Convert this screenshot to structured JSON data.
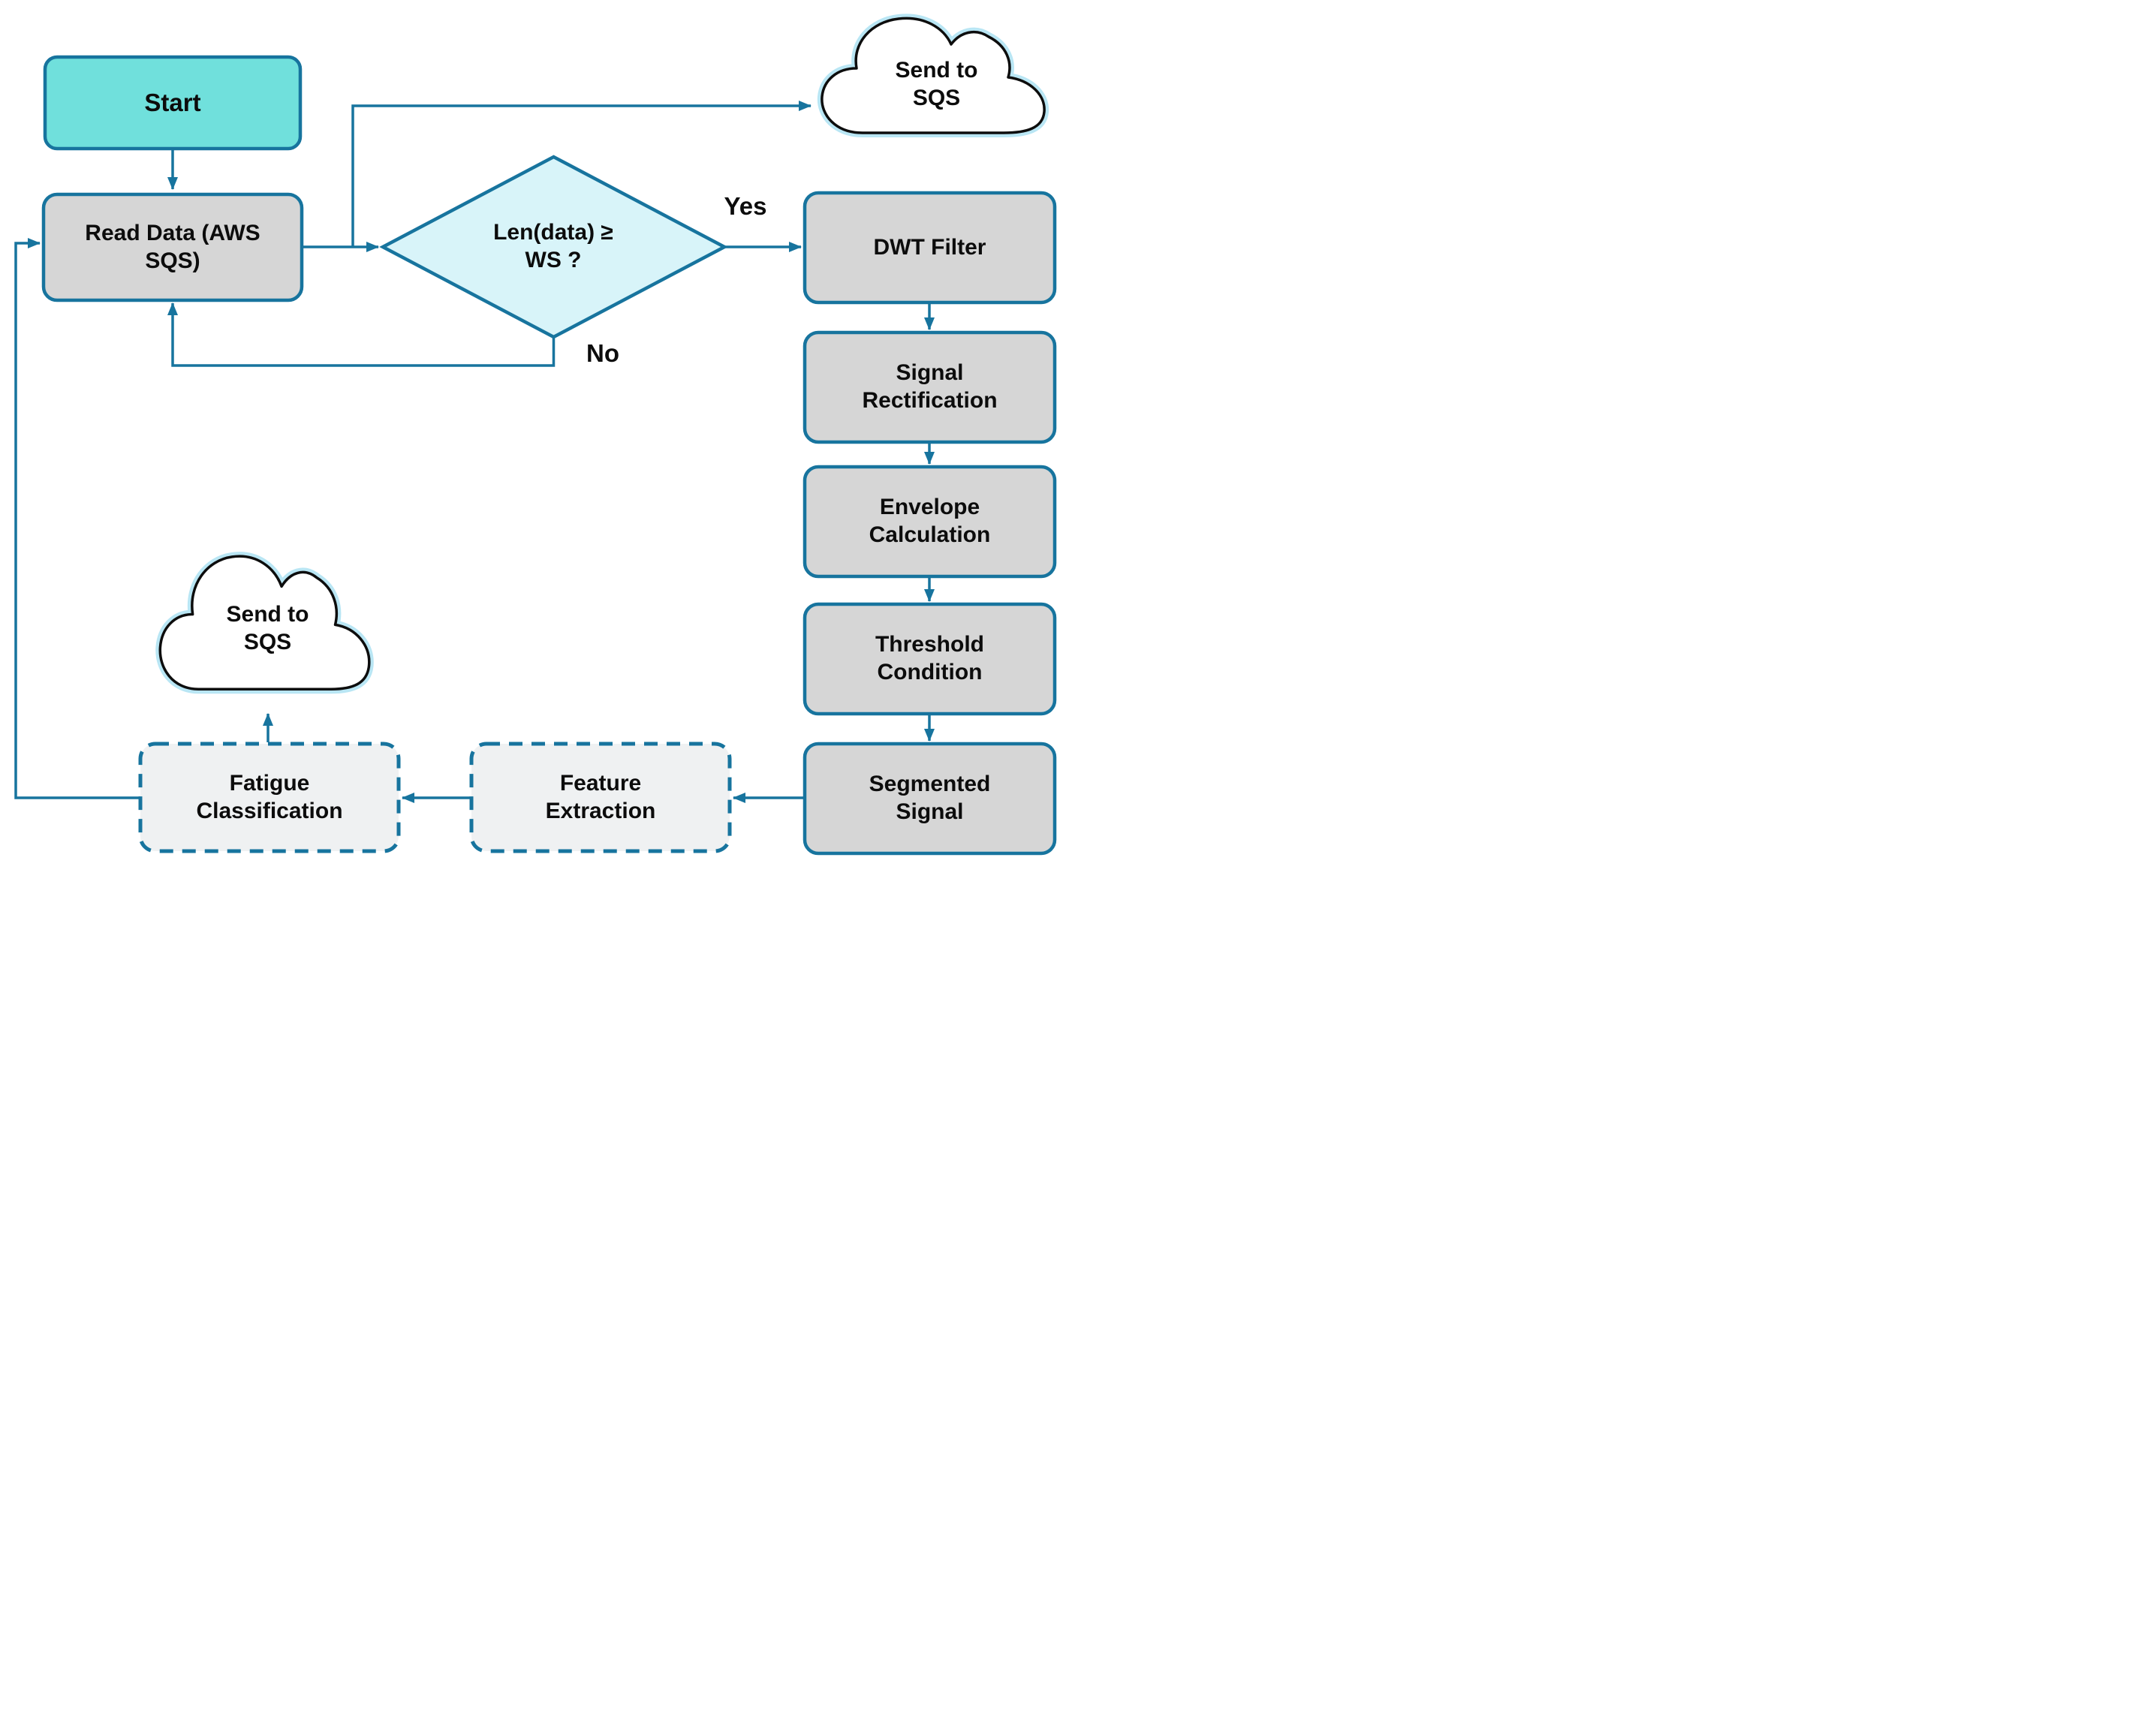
{
  "nodes": {
    "start": {
      "lines": [
        "Start"
      ]
    },
    "read_data": {
      "lines": [
        "Read Data (AWS",
        "SQS)"
      ]
    },
    "decision": {
      "lines": [
        "Len(data) ≥",
        "WS ?"
      ]
    },
    "cloud_top": {
      "lines": [
        "Send to",
        "SQS"
      ]
    },
    "dwt_filter": {
      "lines": [
        "DWT Filter"
      ]
    },
    "signal_rectification": {
      "lines": [
        "Signal",
        "Rectification"
      ]
    },
    "envelope_calculation": {
      "lines": [
        "Envelope",
        "Calculation"
      ]
    },
    "threshold_condition": {
      "lines": [
        "Threshold",
        "Condition"
      ]
    },
    "segmented_signal": {
      "lines": [
        "Segmented",
        "Signal"
      ]
    },
    "feature_extraction": {
      "lines": [
        "Feature",
        "Extraction"
      ]
    },
    "fatigue_classification": {
      "lines": [
        "Fatigue",
        "Classification"
      ]
    },
    "cloud_bottom": {
      "lines": [
        "Send to",
        "SQS"
      ]
    }
  },
  "edges": {
    "yes_label": "Yes",
    "no_label": "No"
  },
  "colors": {
    "stroke_blue": "#17749E",
    "start_fill": "#70E0DC",
    "process_fill": "#D6D6D6",
    "decision_fill": "#D8F4F9",
    "dashed_fill": "#EFF1F2",
    "cloud_fill": "#FFFFFF",
    "cloud_outline": "#0D0D0D",
    "cloud_halo": "#B9E6F4",
    "text": "#0C0C0C"
  }
}
